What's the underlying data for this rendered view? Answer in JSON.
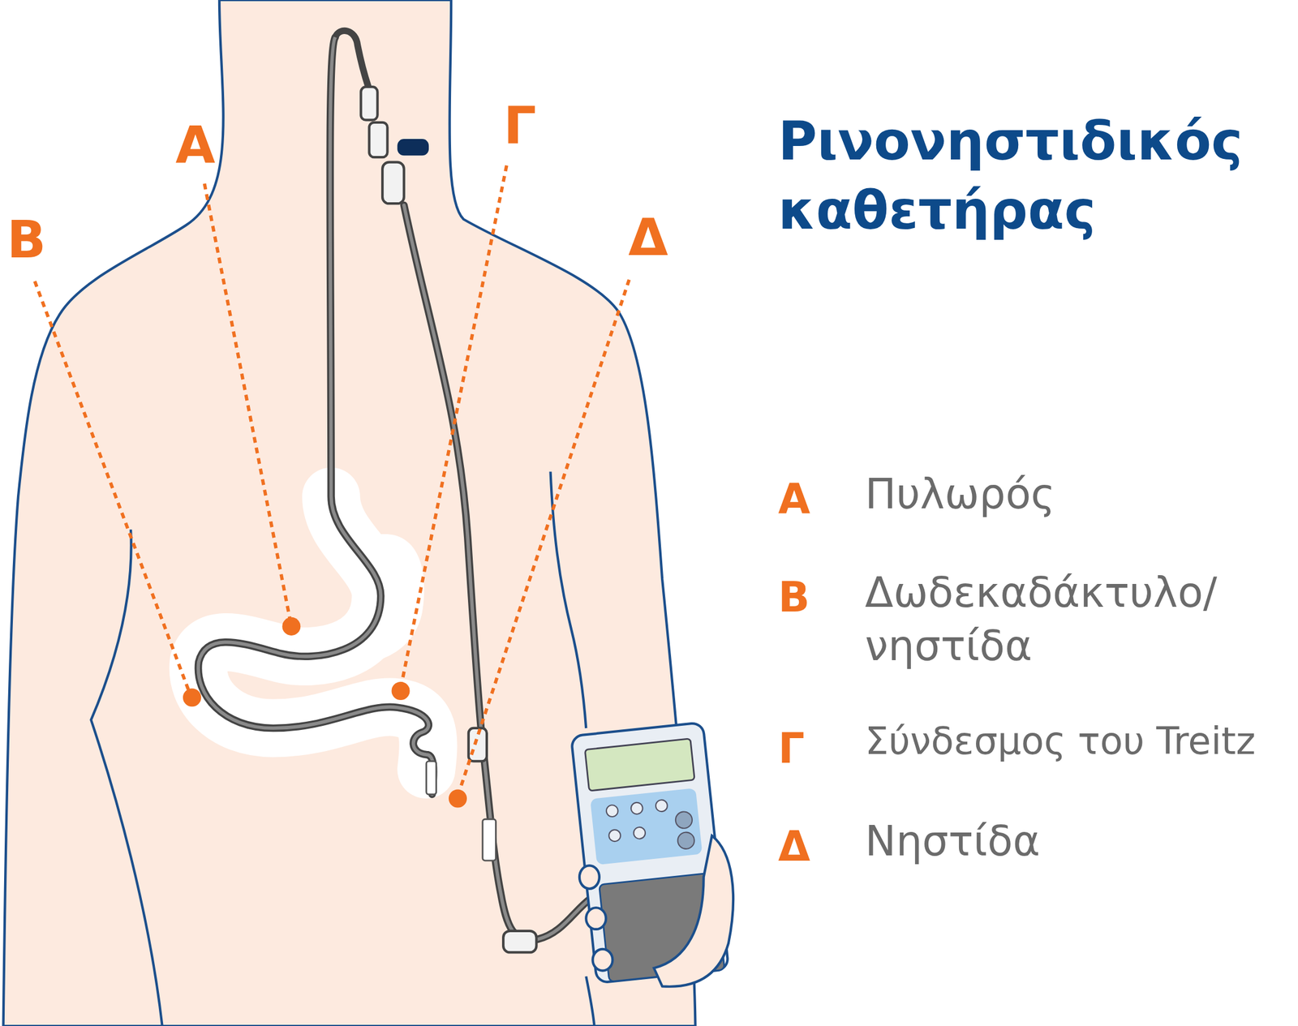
{
  "diagram": {
    "title": "Ρινονηστιδικός καθετήρας",
    "labels": [
      "Α",
      "Β",
      "Γ",
      "Δ",
      "Α",
      "Πυλωρός",
      "Β",
      "Δωδεκαδάκτυλο/ νηστίδα",
      "Γ",
      "Σύνδεσμος του Treitz",
      "Δ",
      "Νηστίδα"
    ]
  }
}
